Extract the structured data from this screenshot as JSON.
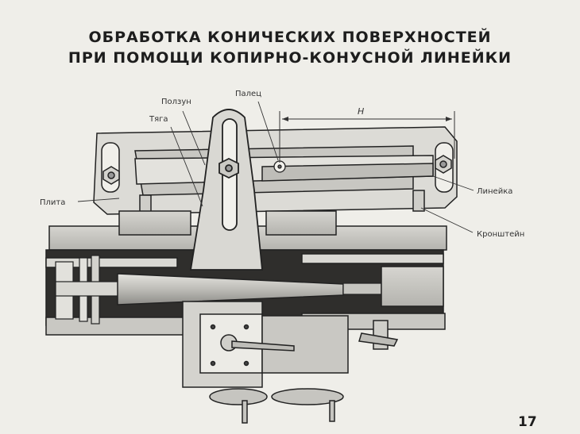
{
  "title": {
    "line1": "ОБРАБОТКА КОНИЧЕСКИХ ПОВЕРХНОСТЕЙ",
    "line2": "ПРИ ПОМОЩИ КОПИРНО-КОНУСНОЙ ЛИНЕЙКИ"
  },
  "labels": {
    "polzun": "Ползун",
    "palets": "Палец",
    "tyaga": "Тяга",
    "plita": "Плита",
    "lineyka": "Линейка",
    "kronshteyn": "Кронштейн",
    "dimension_h": "H"
  },
  "page_number": "17"
}
